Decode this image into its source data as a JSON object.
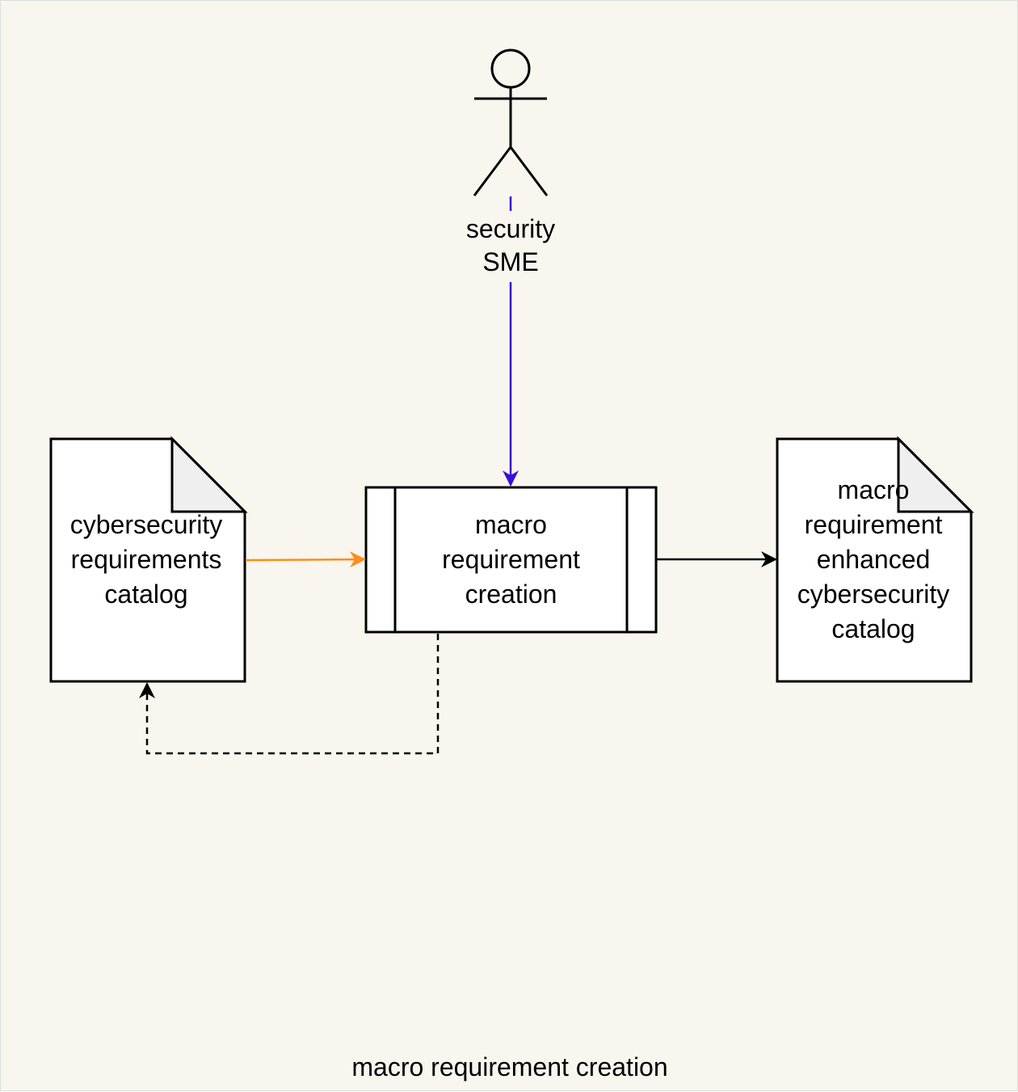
{
  "actor": {
    "lines": [
      "security",
      "SME"
    ]
  },
  "input_document": {
    "lines": [
      "cybersecurity",
      "requirements",
      "catalog"
    ]
  },
  "process": {
    "lines": [
      "macro",
      "requirement",
      "creation"
    ]
  },
  "output_document": {
    "lines": [
      "macro",
      "requirement",
      "enhanced",
      "cybersecurity",
      "catalog"
    ]
  },
  "caption": "macro requirement creation",
  "colors": {
    "background": "#f8f6ef",
    "actor_edge": "#3b0fd6",
    "input_edge": "#ff8c1a",
    "output_edge": "#000000",
    "feedback_edge": "#000000",
    "doc_fold": "#efefef"
  }
}
